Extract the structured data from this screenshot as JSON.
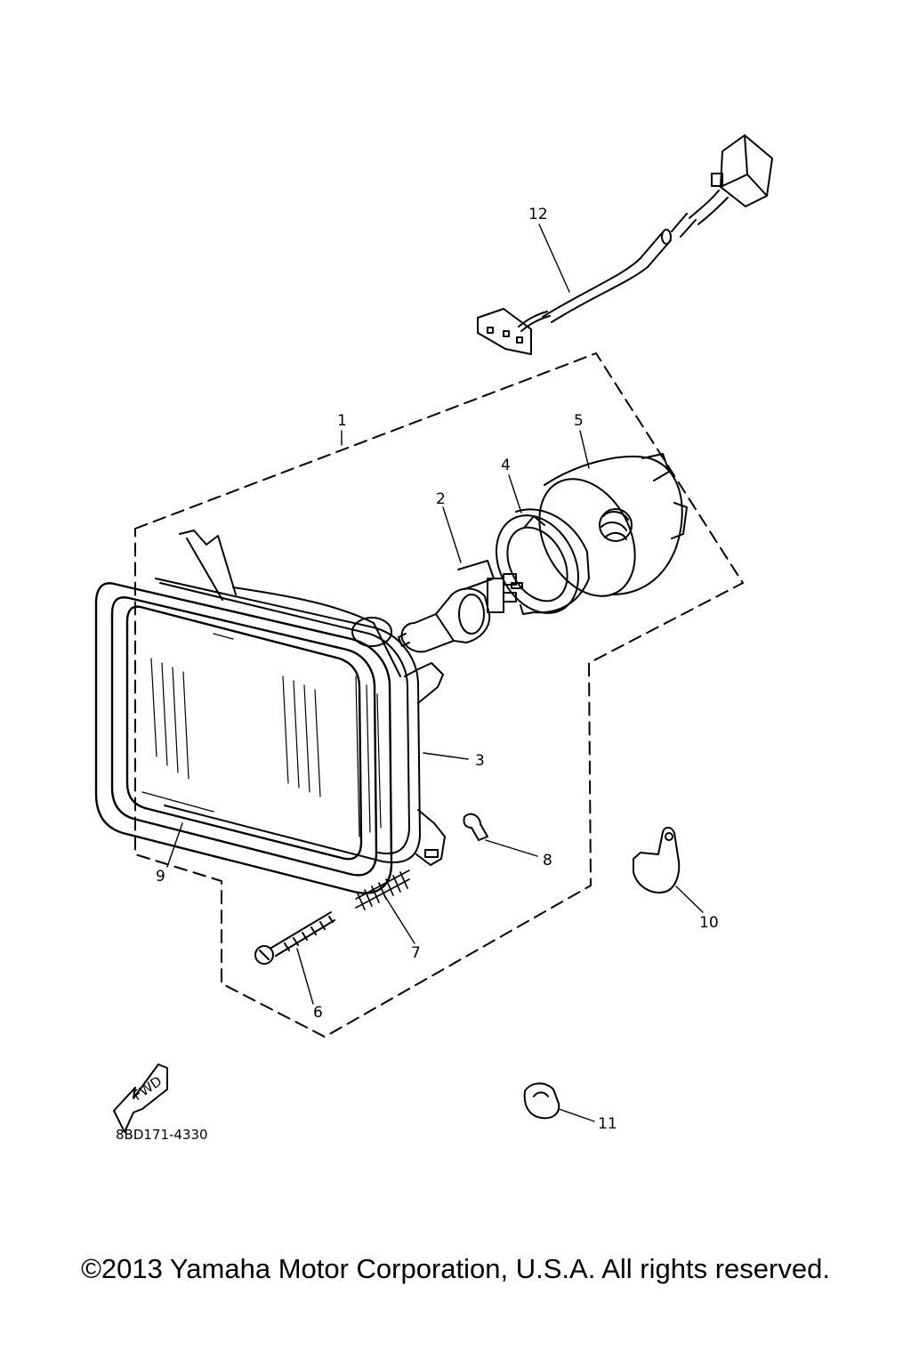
{
  "callouts": [
    {
      "id": "1",
      "text": "1"
    },
    {
      "id": "2",
      "text": "2"
    },
    {
      "id": "3",
      "text": "3"
    },
    {
      "id": "4",
      "text": "4"
    },
    {
      "id": "5",
      "text": "5"
    },
    {
      "id": "6",
      "text": "6"
    },
    {
      "id": "7",
      "text": "7"
    },
    {
      "id": "8",
      "text": "8"
    },
    {
      "id": "9",
      "text": "9"
    },
    {
      "id": "10",
      "text": "10"
    },
    {
      "id": "11",
      "text": "11"
    },
    {
      "id": "12",
      "text": "12"
    }
  ],
  "fwd_label": "FWD",
  "diagram_code": "8BD171-4330",
  "copyright": "©2013 Yamaha Motor Corporation, U.S.A. All rights reserved."
}
